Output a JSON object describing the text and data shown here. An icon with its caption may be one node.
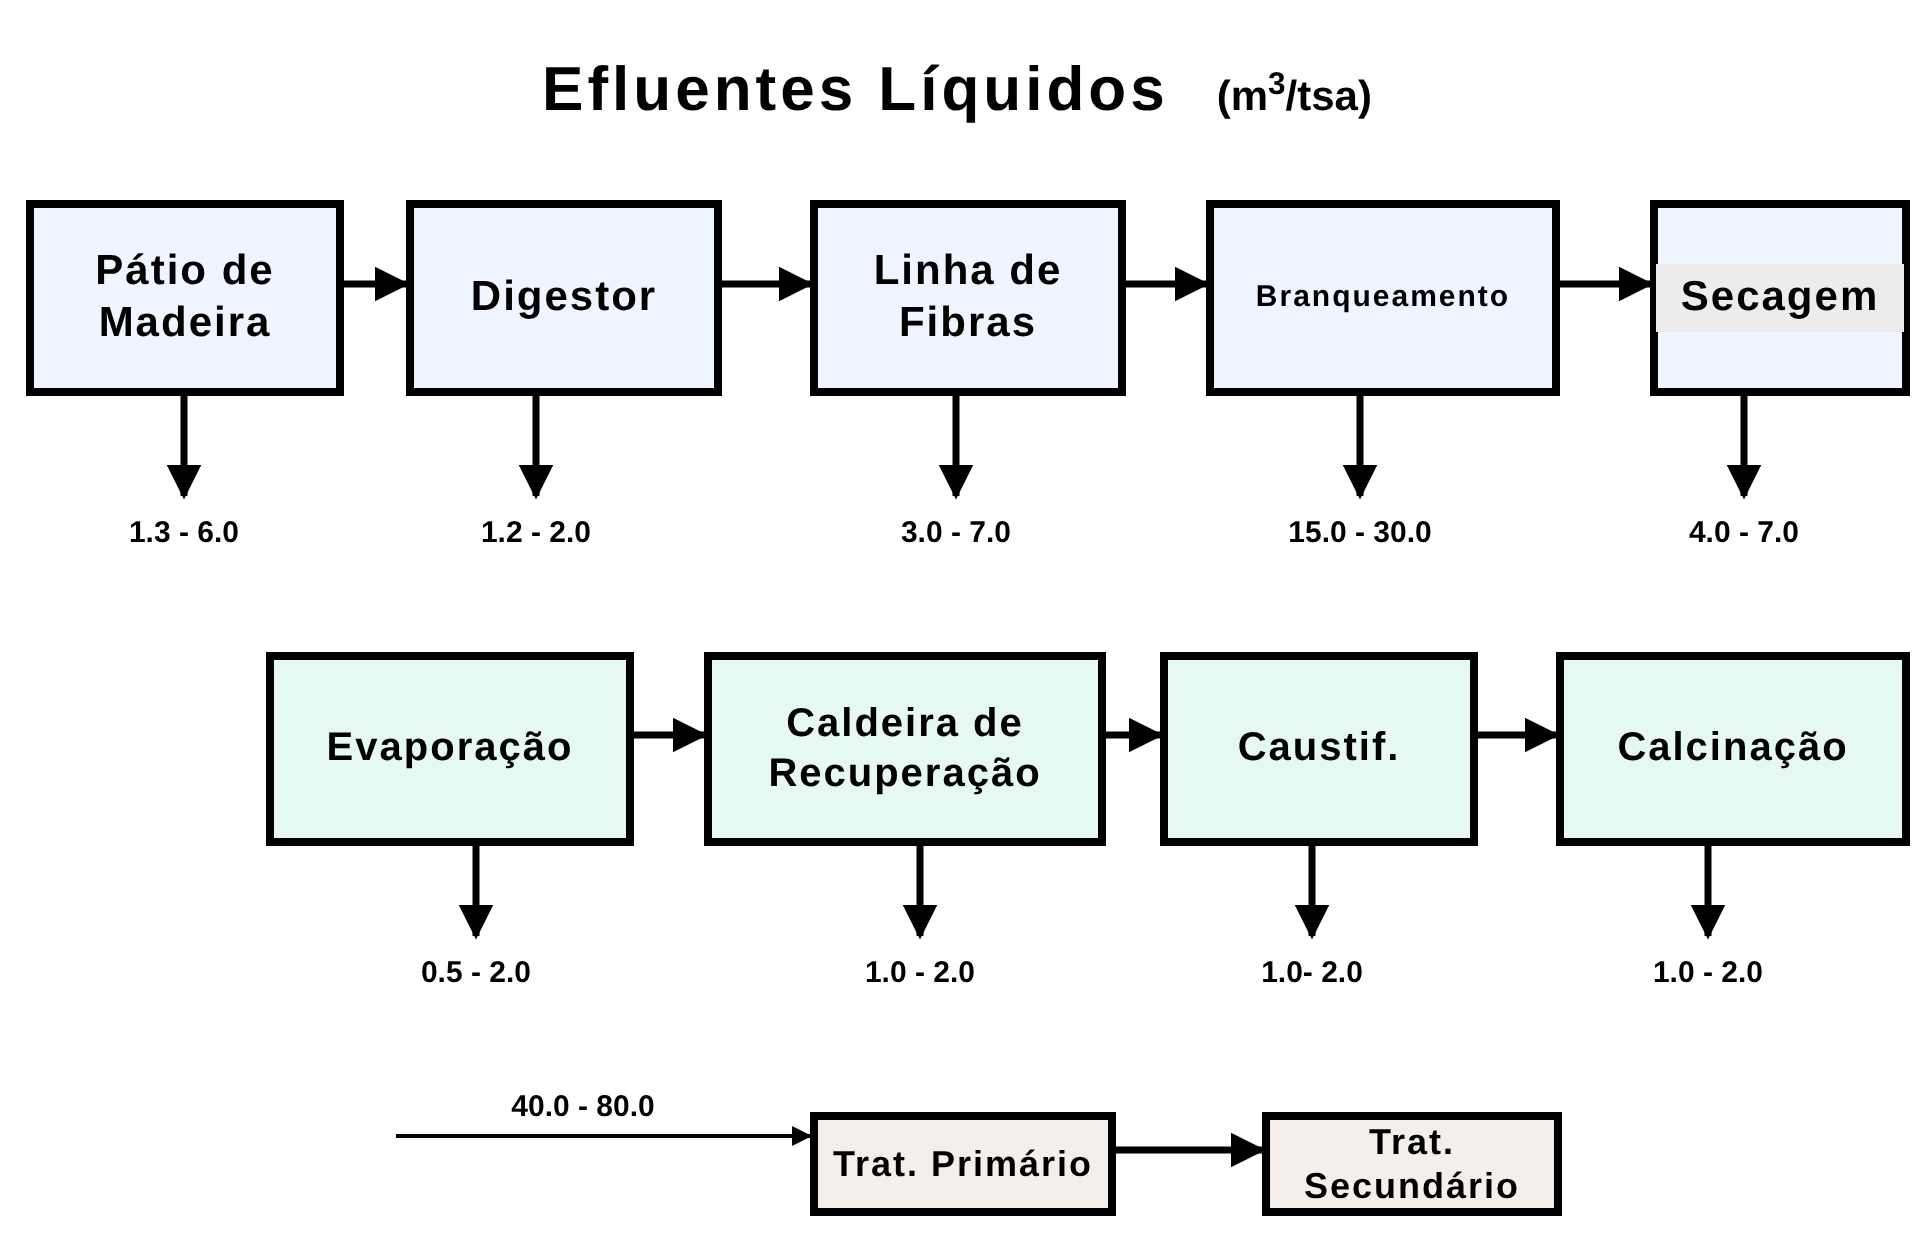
{
  "diagram": {
    "title": "Efluentes Líquidos",
    "nodes": [
      {
        "text": [
          "Pátio de Madeira"
        ]
      },
      {
        "text": [
          "Digestor"
        ]
      },
      {
        "text": [
          "Linha de Fibras"
        ]
      },
      {
        "text": [
          "Branqueamento"
        ]
      },
      {
        "text": [
          "Secagem"
        ]
      },
      {
        "text": [
          "1.3 - 6.0"
        ]
      },
      {
        "text": [
          "1.2 - 2.0"
        ]
      },
      {
        "text": [
          "3.0 - 7.0"
        ]
      },
      {
        "text": [
          "15.0 - 30.0"
        ]
      },
      {
        "text": [
          "4.0 - 7.0"
        ]
      },
      {
        "text": [
          "Evaporação"
        ]
      },
      {
        "text": [
          "Caldeira de Recuperação"
        ]
      },
      {
        "text": [
          "Caustif."
        ]
      },
      {
        "text": [
          "Calcinação"
        ]
      },
      {
        "text": [
          "0.5 - 2.0"
        ]
      },
      {
        "text": [
          "1.0 - 2.0"
        ]
      },
      {
        "text": [
          "1.0- 2.0"
        ]
      },
      {
        "text": [
          "1.0 - 2.0"
        ]
      },
      {
        "text": [
          "Trat. Primário"
        ]
      },
      {
        "text": [
          "Trat. Secundário"
        ]
      }
    ],
    "edges": [
      {
        "from": 0,
        "to": 1,
        "arrow": "to"
      },
      {
        "from": 1,
        "to": 2,
        "arrow": "to"
      },
      {
        "from": 2,
        "to": 3,
        "arrow": "to"
      },
      {
        "from": 3,
        "to": 4,
        "arrow": "to"
      },
      {
        "from": 0,
        "to": 5,
        "arrow": "to"
      },
      {
        "from": 1,
        "to": 6,
        "arrow": "to"
      },
      {
        "from": 2,
        "to": 7,
        "arrow": "to"
      },
      {
        "from": 3,
        "to": 8,
        "arrow": "to"
      },
      {
        "from": 4,
        "to": 9,
        "arrow": "to"
      },
      {
        "from": 10,
        "to": 11,
        "arrow": "to"
      },
      {
        "from": 11,
        "to": 12,
        "arrow": "to"
      },
      {
        "from": 12,
        "to": 13,
        "arrow": "to"
      },
      {
        "from": 10,
        "to": 14,
        "arrow": "to"
      },
      {
        "from": 11,
        "to": 15,
        "arrow": "to"
      },
      {
        "from": 12,
        "to": 16,
        "arrow": "to"
      },
      {
        "from": 13,
        "to": 17,
        "arrow": "to"
      },
      {
        "from": null,
        "to": 18,
        "arrow": "to",
        "label": "40.0 - 80.0"
      },
      {
        "from": 18,
        "to": 19,
        "arrow": "to"
      }
    ],
    "labels": [
      "(m$^{3}$/tsa)"
    ]
  }
}
